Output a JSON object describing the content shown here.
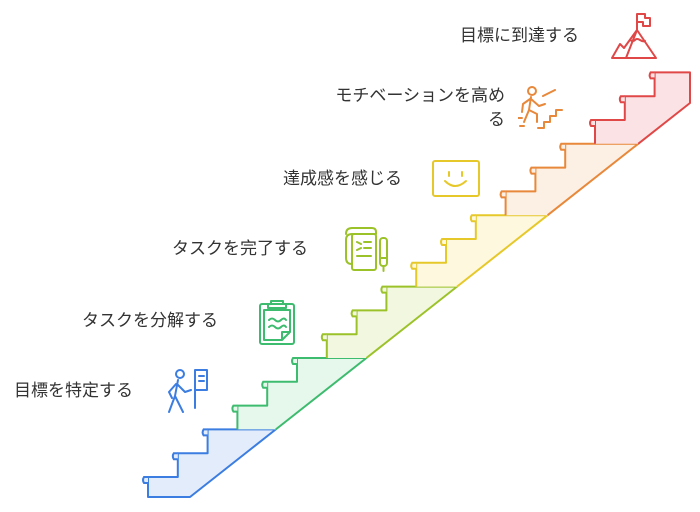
{
  "steps": [
    {
      "label": "目標を特定する",
      "icon": "hiker-flag-icon",
      "color": "#3b7de0",
      "fill": "#e3ecfb"
    },
    {
      "label": "タスクを分解する",
      "icon": "clipboard-icon",
      "color": "#3dbb6e",
      "fill": "#e6f7ec"
    },
    {
      "label": "タスクを完了する",
      "icon": "scroll-pen-icon",
      "color": "#9cc22a",
      "fill": "#f2f8df"
    },
    {
      "label": "達成感を感じる",
      "icon": "smiley-icon",
      "color": "#e6c82a",
      "fill": "#fdf8de"
    },
    {
      "label_line1": "モチベーションを高め",
      "label_line2": "る",
      "icon": "runner-stairs-icon",
      "color": "#e8883a",
      "fill": "#fcefe3"
    },
    {
      "label": "目標に到達する",
      "icon": "mountain-flag-icon",
      "color": "#e04848",
      "fill": "#fbe3e5"
    }
  ]
}
